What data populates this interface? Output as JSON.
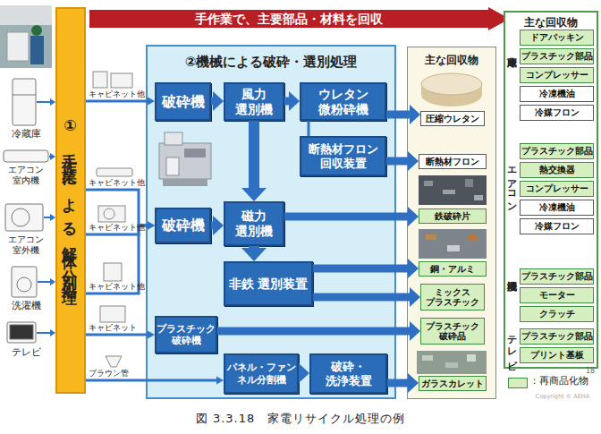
{
  "diagram": {
    "caption": "図 3.3.18　家電リサイクル処理の例",
    "nodes": [
      {
        "text": [
          "手作業で、主要部品・材料を回収"
        ]
      },
      {
        "text": [
          "①手作業による解体・分別処理"
        ]
      },
      {
        "text": [
          "②機械による破砕・選別処理"
        ]
      },
      {
        "text": [
          "破砕機"
        ],
        "in": 2
      },
      {
        "text": [
          "風力 選別機"
        ],
        "in": 2
      },
      {
        "text": [
          "ウレタン 微粉砕機"
        ],
        "in": 2
      },
      {
        "text": [
          "断熱材フロン 回収装置"
        ],
        "in": 2
      },
      {
        "text": [
          "破砕機"
        ],
        "in": 2
      },
      {
        "text": [
          "磁力 選別機"
        ],
        "in": 2
      },
      {
        "text": [
          "非鉄 選別装置"
        ],
        "in": 2
      },
      {
        "text": [
          "プラスチック 破砕機"
        ],
        "in": 2
      },
      {
        "text": [
          "パネル・ファン ネル分割機"
        ],
        "in": 2
      },
      {
        "text": [
          "破砕・ 洗浄装置"
        ],
        "in": 2
      },
      {
        "text": [
          "主な回収物"
        ]
      },
      {
        "text": [
          "圧縮ウレタン"
        ],
        "in": 13
      },
      {
        "text": [
          "断熱材フロン"
        ],
        "in": 13
      },
      {
        "text": [
          "鉄破砕片"
        ],
        "in": 13
      },
      {
        "text": [
          "銅・アルミ"
        ],
        "in": 13
      },
      {
        "text": [
          "ミックス プラスチック"
        ],
        "in": 13
      },
      {
        "text": [
          "プラスチック 破砕品"
        ],
        "in": 13
      },
      {
        "text": [
          "ガラスカレット"
        ],
        "in": 13
      },
      {
        "text": [
          "主な回収物"
        ]
      },
      {
        "text": [
          "ドアパッキン"
        ],
        "in": 21
      },
      {
        "text": [
          "プラスチック部品"
        ],
        "in": 21
      },
      {
        "text": [
          "コンプレッサー"
        ],
        "in": 21
      },
      {
        "text": [
          "冷凍機油"
        ],
        "in": 21
      },
      {
        "text": [
          "冷媒フロン"
        ],
        "in": 21
      },
      {
        "text": [
          "プラスチック部品"
        ],
        "in": 21
      },
      {
        "text": [
          "熱交換器"
        ],
        "in": 21
      },
      {
        "text": [
          "コンプレッサー"
        ],
        "in": 21
      },
      {
        "text": [
          "冷凍機油"
        ],
        "in": 21
      },
      {
        "text": [
          "冷媒フロン"
        ],
        "in": 21
      },
      {
        "text": [
          "プラスチック部品"
        ],
        "in": 21
      },
      {
        "text": [
          "モーター"
        ],
        "in": 21
      },
      {
        "text": [
          "クラッチ"
        ],
        "in": 21
      },
      {
        "text": [
          "プラスチック部品"
        ],
        "in": 21
      },
      {
        "text": [
          "プリント基板"
        ],
        "in": 21
      }
    ],
    "edges": [
      {
        "from": 1,
        "to": 3,
        "arrow": "to",
        "label": "キャビネット他"
      },
      {
        "from": 1,
        "to": 7,
        "arrow": "to",
        "label": "キャビネット他"
      },
      {
        "from": 1,
        "to": 7,
        "arrow": "to",
        "label": "キャビネット他"
      },
      {
        "from": 1,
        "to": 7,
        "arrow": "to",
        "label": "キャビネット他"
      },
      {
        "from": 1,
        "to": 10,
        "arrow": "to",
        "label": "キャビネット"
      },
      {
        "from": 1,
        "to": 11,
        "arrow": "to",
        "label": "ブラウン管"
      },
      {
        "from": 3,
        "to": 4,
        "arrow": "to"
      },
      {
        "from": 4,
        "to": 5,
        "arrow": "to"
      },
      {
        "from": 5,
        "to": 6,
        "arrow": "none"
      },
      {
        "from": 4,
        "to": 8,
        "arrow": "to"
      },
      {
        "from": 7,
        "to": 8,
        "arrow": "to"
      },
      {
        "from": 8,
        "to": 9,
        "arrow": "to"
      },
      {
        "from": 11,
        "to": 12,
        "arrow": "to"
      },
      {
        "from": 5,
        "to": 14,
        "arrow": "to"
      },
      {
        "from": 6,
        "to": 15,
        "arrow": "to"
      },
      {
        "from": 8,
        "to": 16,
        "arrow": "to"
      },
      {
        "from": 9,
        "to": 17,
        "arrow": "to"
      },
      {
        "from": 9,
        "to": 18,
        "arrow": "to"
      },
      {
        "from": 10,
        "to": 19,
        "arrow": "to"
      },
      {
        "from": 12,
        "to": 20,
        "arrow": "to"
      }
    ],
    "labels": [
      "冷蔵庫",
      "エアコン 室内機",
      "エアコン 室外機",
      "洗濯機",
      "テレビ",
      "冷蔵庫",
      "エアコン",
      "洗濯機",
      "テレビ",
      "Copyright © AEHA",
      "18"
    ],
    "legend": [
      {
        "text": "：再商品化物",
        "color": "#d6efc0"
      }
    ]
  }
}
